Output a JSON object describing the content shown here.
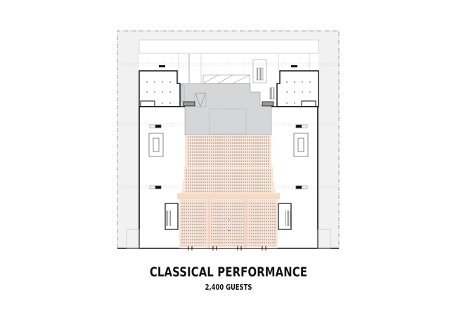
{
  "plan": {
    "title": "CLASSICAL PERFORMANCE",
    "subtitle": "2,400 GUESTS",
    "configuration": "classical-performance",
    "capacity": 2400,
    "colors": {
      "seating": "#fbe4d6",
      "seating_aisle": "#f3d4c2",
      "seat_rows": "#b9b3b0",
      "stage": "#d5d6d7",
      "site_surround": "#f1f1f2",
      "walls": "#111111",
      "thin_lines": "#bdbdbd"
    }
  }
}
